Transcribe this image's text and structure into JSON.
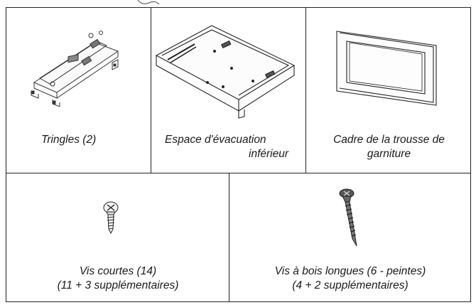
{
  "top_cells": [
    {
      "caption_lines": [
        "Tringles (2)"
      ],
      "illustration": "rails-icon"
    },
    {
      "caption_lines": [
        "Espace d'évacuation",
        "inférieur"
      ],
      "illustration": "bottom-vent-tray-icon"
    },
    {
      "caption_lines": [
        "Cadre de la trousse de",
        "garniture"
      ],
      "illustration": "trim-frame-icon"
    }
  ],
  "bottom_cells": [
    {
      "caption_lines": [
        "Vis courtes (14)",
        "(11 + 3 supplémentaires)"
      ],
      "illustration": "short-screw-icon"
    },
    {
      "caption_lines": [
        "Vis à bois longues (6 - peintes)",
        "(4 + 2 supplémentaires)"
      ],
      "illustration": "long-wood-screw-icon"
    }
  ]
}
